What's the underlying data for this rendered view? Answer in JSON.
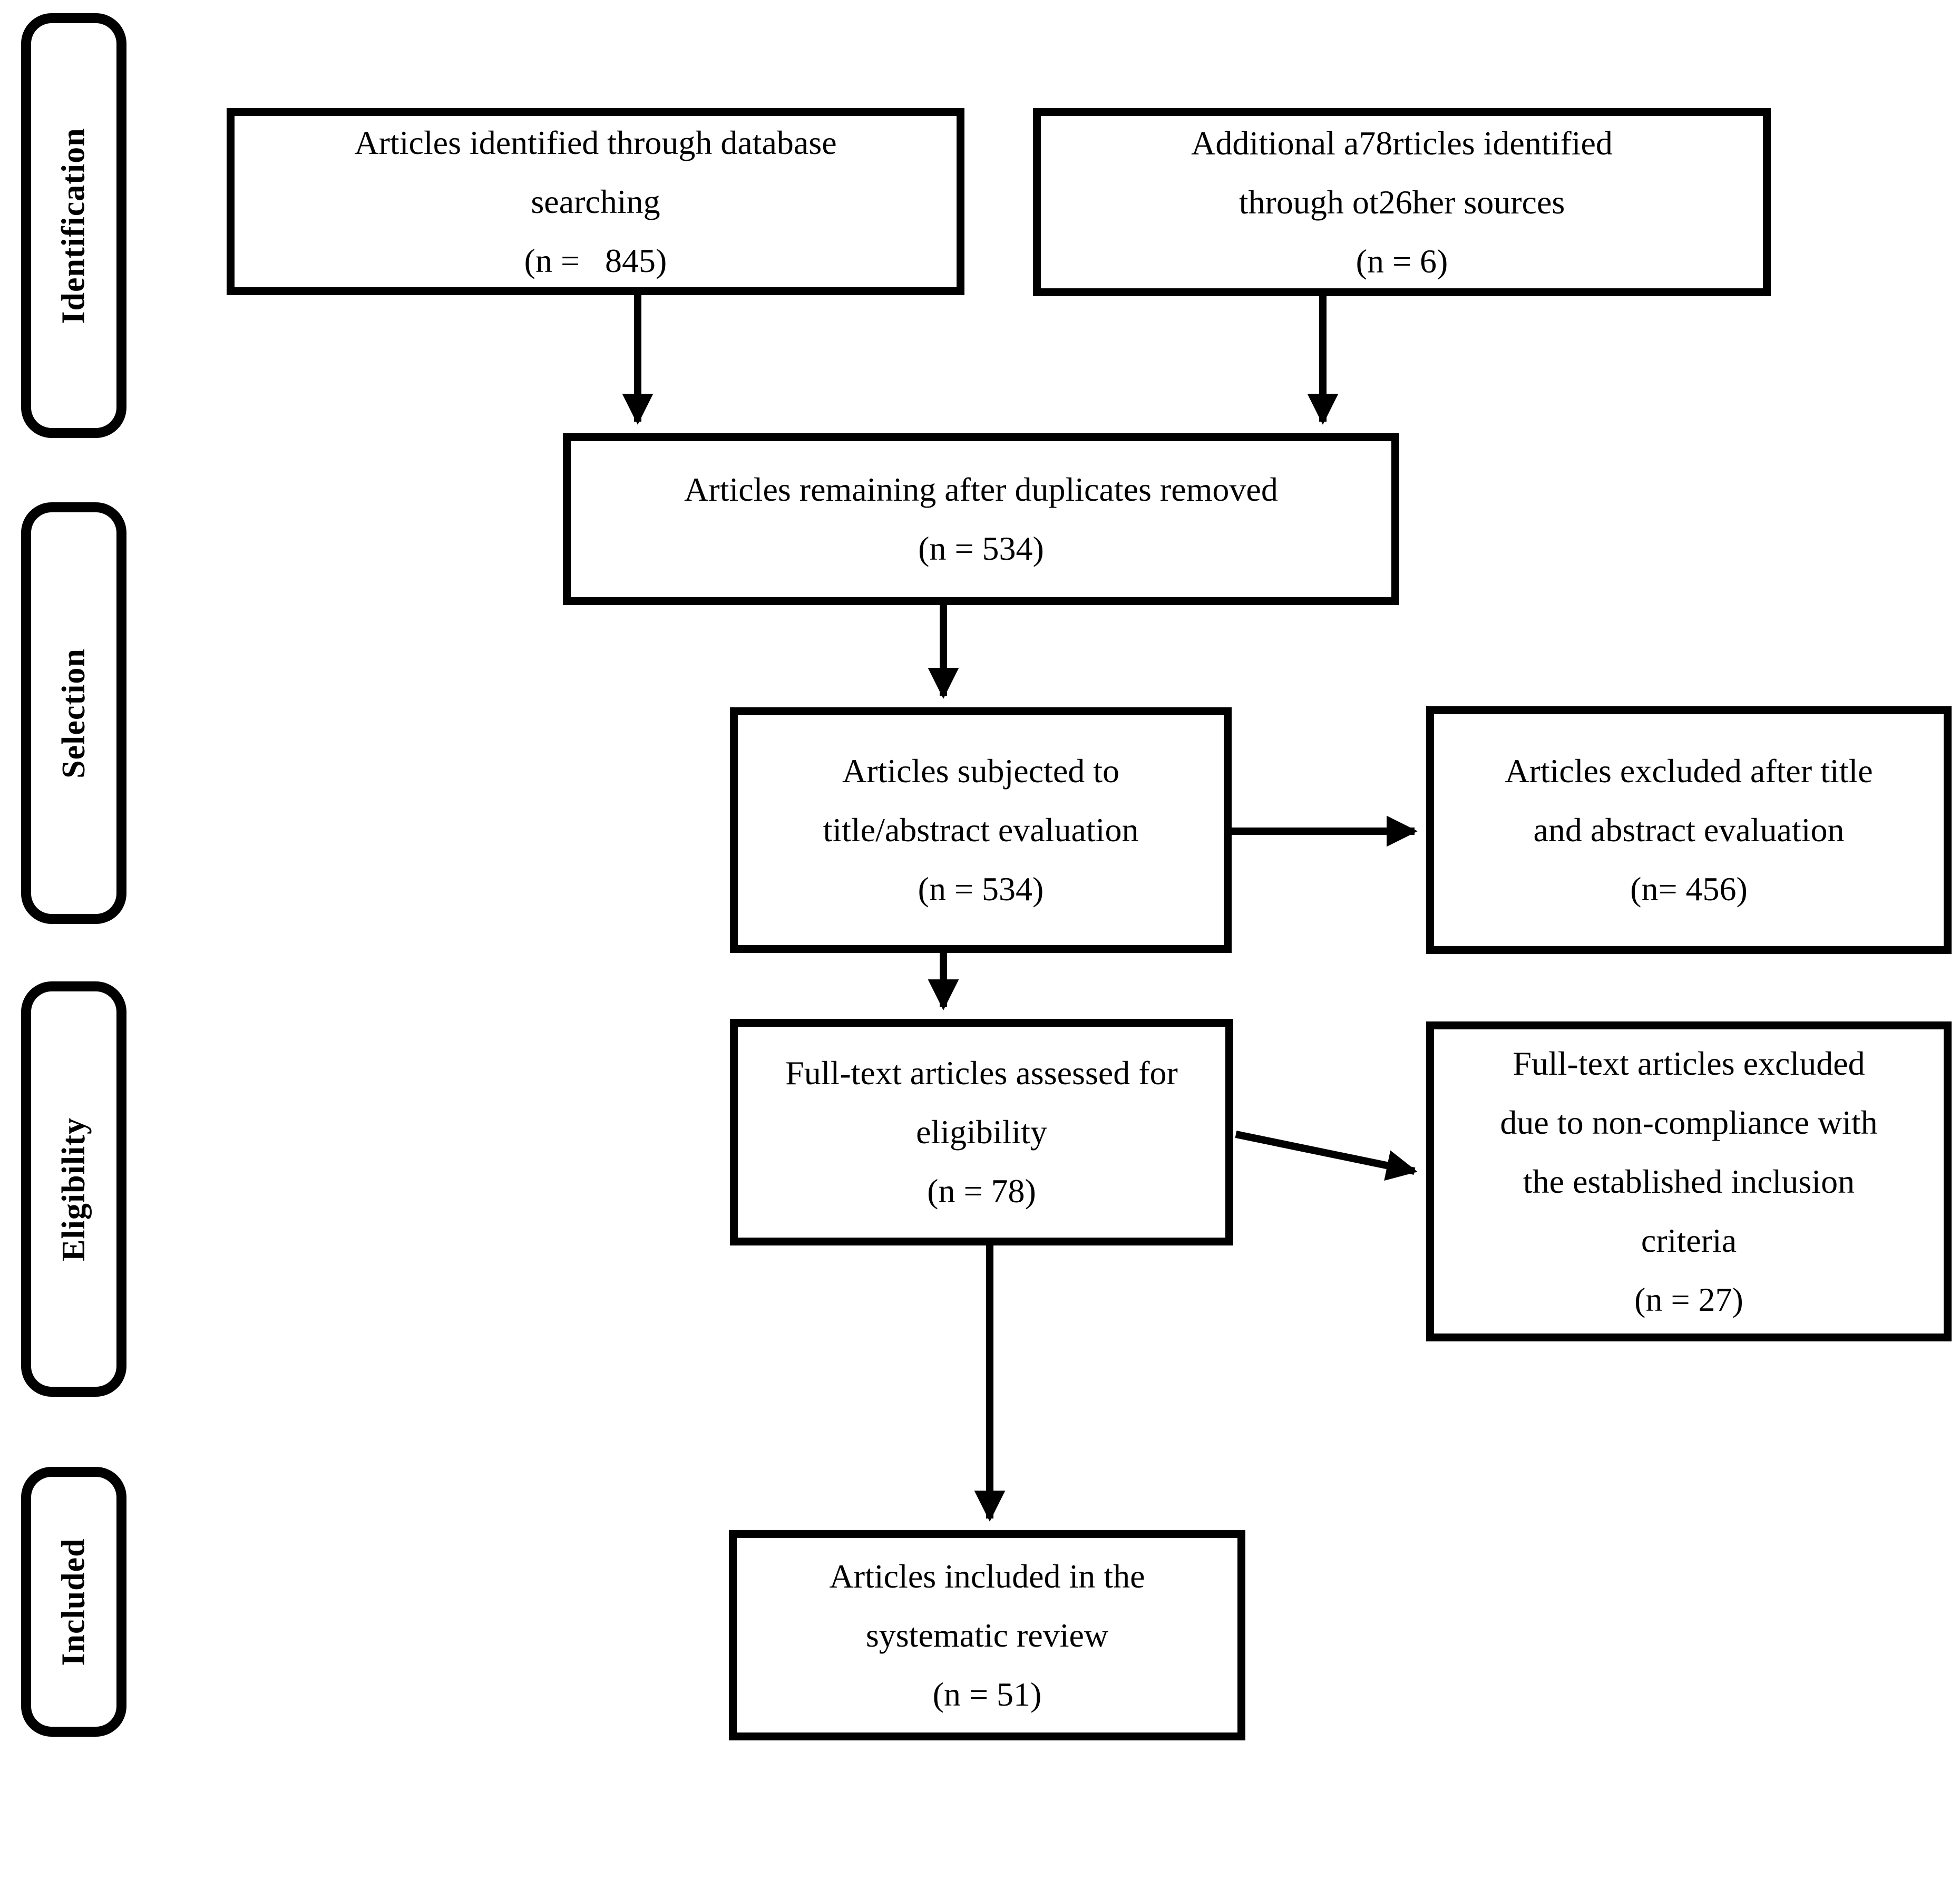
{
  "stages": [
    {
      "label": "Identification"
    },
    {
      "label": "Selection"
    },
    {
      "label": "Eligibility"
    },
    {
      "label": "Included"
    }
  ],
  "boxes": {
    "identified_db": {
      "lines": [
        "Articles identified through database",
        "searching"
      ],
      "count": "(n =   845)"
    },
    "identified_other": {
      "lines": [
        "Additional a78rticles identified",
        "through ot26her sources"
      ],
      "count": "(n = 6)"
    },
    "duplicates_removed": {
      "lines": [
        "Articles remaining after duplicates removed"
      ],
      "count": "(n = 534)"
    },
    "title_abstract": {
      "lines": [
        "Articles subjected to",
        "title/abstract evaluation"
      ],
      "count": "(n = 534)"
    },
    "excluded_title_abstract": {
      "lines": [
        "Articles excluded after title",
        "and abstract evaluation"
      ],
      "count": "(n= 456)"
    },
    "fulltext_assessed": {
      "lines": [
        "Full-text articles assessed for",
        "eligibility"
      ],
      "count": "(n = 78)"
    },
    "fulltext_excluded": {
      "lines": [
        "Full-text articles excluded",
        "due to non-compliance with",
        "the established inclusion",
        "criteria"
      ],
      "count": "(n = 27)"
    },
    "included_review": {
      "lines": [
        "Articles included in the",
        "systematic review"
      ],
      "count": "(n = 51)"
    }
  },
  "colors": {
    "line": "#000000",
    "background": "#ffffff"
  }
}
